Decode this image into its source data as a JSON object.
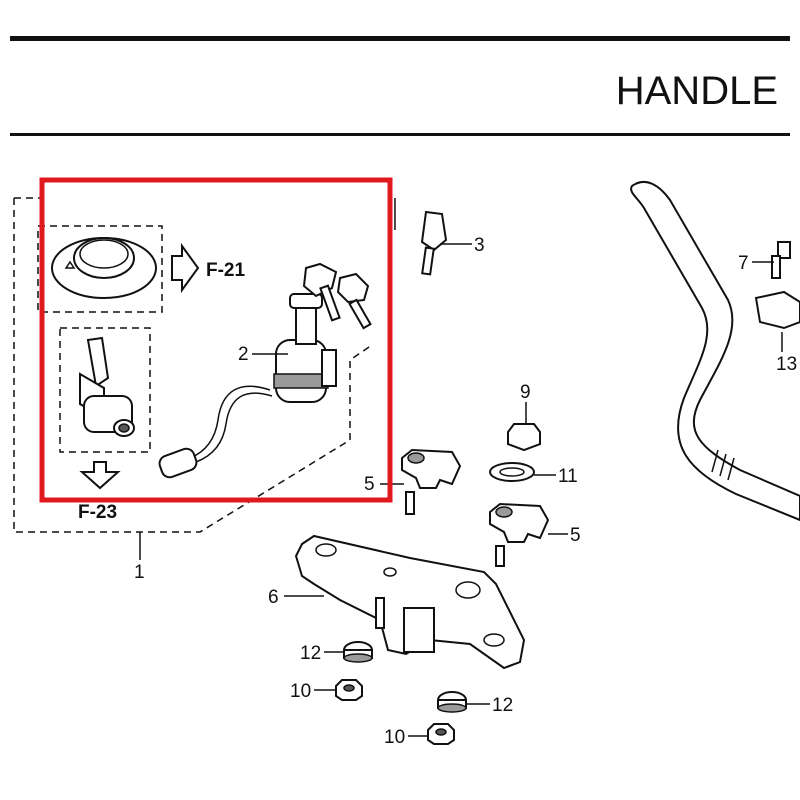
{
  "header": {
    "title": "HANDLE"
  },
  "references": {
    "f21": "F-21",
    "f23": "F-23"
  },
  "callouts": {
    "p1": "1",
    "p2": "2",
    "p3": "3",
    "p5a": "5",
    "p5b": "5",
    "p6": "6",
    "p7": "7",
    "p9": "9",
    "p10a": "10",
    "p10b": "10",
    "p11": "11",
    "p12a": "12",
    "p12b": "12",
    "p13": "13"
  },
  "highlight": {
    "color": "#e0191f"
  }
}
